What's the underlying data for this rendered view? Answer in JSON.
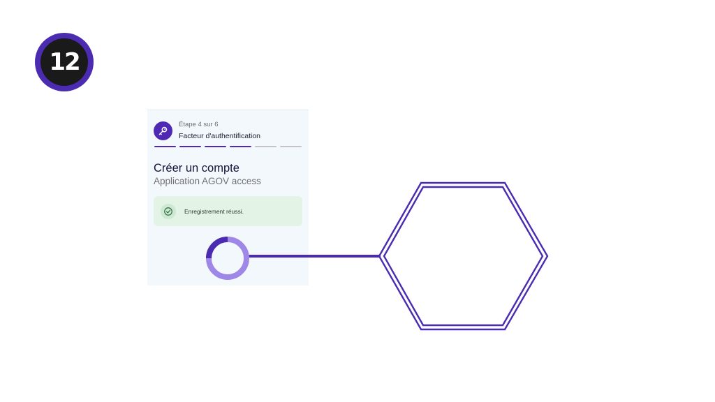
{
  "step_badge": {
    "number": "12"
  },
  "wizard": {
    "step_count": "Étape 4 sur 6",
    "step_name": "Facteur d'authentification",
    "progress": {
      "total": 6,
      "completed": 4
    },
    "title": "Créer un compte",
    "subtitle": "Application AGOV access",
    "alert": {
      "message": "Enregistrement réussi.",
      "status": "success"
    },
    "spinner": "loading"
  },
  "icons": {
    "step_icon": "key-icon",
    "alert_icon": "check-circle-icon"
  },
  "colors": {
    "accent": "#4e2ab4",
    "spinner_track": "#9f87e8",
    "alert_background": "#e3f3e6",
    "panel_background": "#f3f8fd",
    "badge_ring": "#4b2bb0"
  }
}
